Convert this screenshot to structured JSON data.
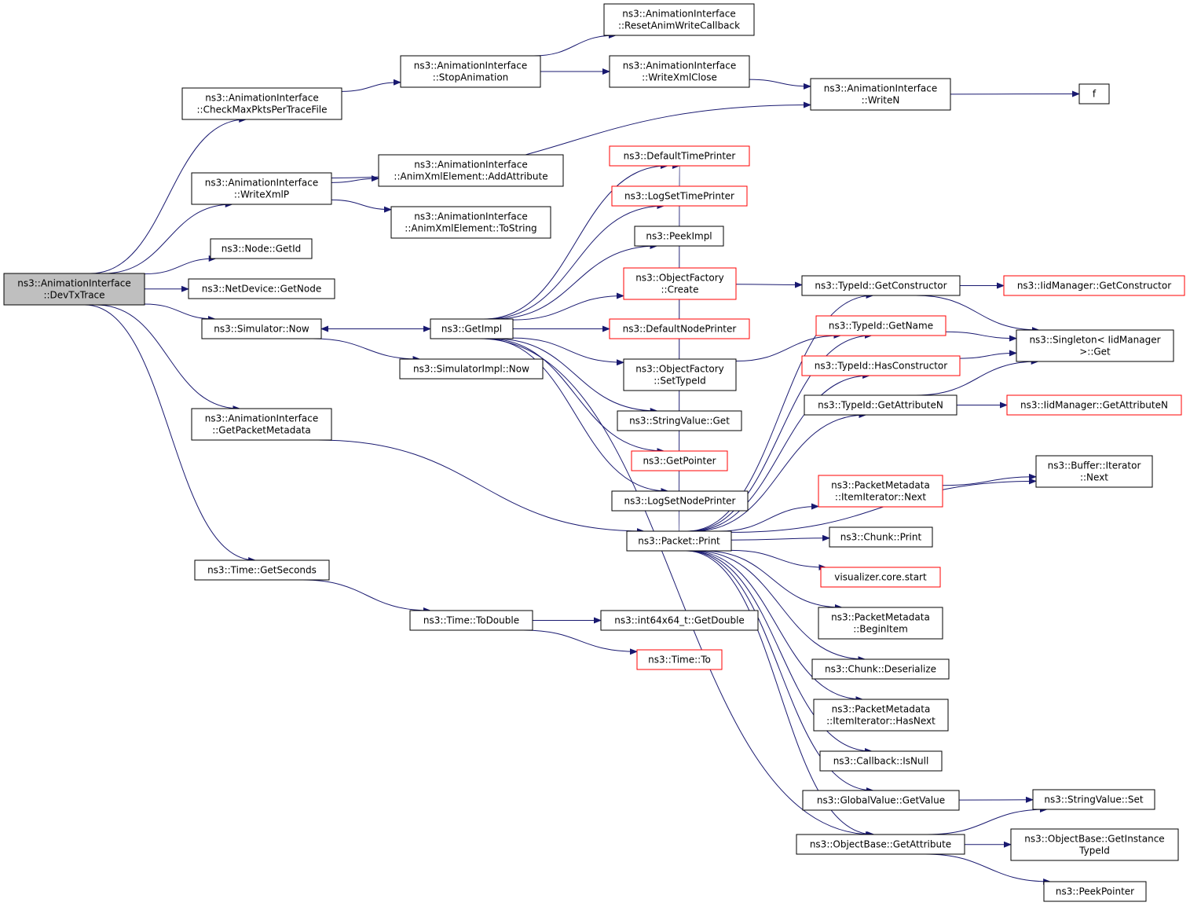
{
  "graph": {
    "kind": "call-graph",
    "colors": {
      "edge": "#191970",
      "node_border": "#000000",
      "external_border": "#ff0000",
      "root_fill": "#bfbfbf",
      "background": "#ffffff"
    },
    "nodes": [
      {
        "id": "root",
        "lines": [
          "ns3::AnimationInterface",
          "::DevTxTrace"
        ],
        "root": true
      },
      {
        "id": "checkmax",
        "lines": [
          "ns3::AnimationInterface",
          "::CheckMaxPktsPerTraceFile"
        ]
      },
      {
        "id": "stopanim",
        "lines": [
          "ns3::AnimationInterface",
          "::StopAnimation"
        ]
      },
      {
        "id": "resetanim",
        "lines": [
          "ns3::AnimationInterface",
          "::ResetAnimWriteCallback"
        ]
      },
      {
        "id": "writexmlclose",
        "lines": [
          "ns3::AnimationInterface",
          "::WriteXmlClose"
        ]
      },
      {
        "id": "writen",
        "lines": [
          "ns3::AnimationInterface",
          "::WriteN"
        ]
      },
      {
        "id": "f",
        "lines": [
          "f"
        ]
      },
      {
        "id": "writexmlp",
        "lines": [
          "ns3::AnimationInterface",
          "::WriteXmlP"
        ]
      },
      {
        "id": "addattr",
        "lines": [
          "ns3::AnimationInterface",
          "::AnimXmlElement::AddAttribute"
        ]
      },
      {
        "id": "tostring",
        "lines": [
          "ns3::AnimationInterface",
          "::AnimXmlElement::ToString"
        ]
      },
      {
        "id": "getid",
        "lines": [
          "ns3::Node::GetId"
        ]
      },
      {
        "id": "getnode",
        "lines": [
          "ns3::NetDevice::GetNode"
        ]
      },
      {
        "id": "simnow",
        "lines": [
          "ns3::Simulator::Now"
        ]
      },
      {
        "id": "getimpl",
        "lines": [
          "ns3::GetImpl"
        ]
      },
      {
        "id": "simimplnow",
        "lines": [
          "ns3::SimulatorImpl::Now"
        ]
      },
      {
        "id": "deftimeprinter",
        "lines": [
          "ns3::DefaultTimePrinter"
        ],
        "external": true
      },
      {
        "id": "logsettime",
        "lines": [
          "ns3::LogSetTimePrinter"
        ],
        "external": true
      },
      {
        "id": "peekimpl",
        "lines": [
          "ns3::PeekImpl"
        ]
      },
      {
        "id": "ofcreate",
        "lines": [
          "ns3::ObjectFactory",
          "::Create"
        ],
        "external": true
      },
      {
        "id": "defnodeprinter",
        "lines": [
          "ns3::DefaultNodePrinter"
        ],
        "external": true
      },
      {
        "id": "ofsettypeid",
        "lines": [
          "ns3::ObjectFactory",
          "::SetTypeId"
        ]
      },
      {
        "id": "stringvalueget",
        "lines": [
          "ns3::StringValue::Get"
        ]
      },
      {
        "id": "getpointer",
        "lines": [
          "ns3::GetPointer"
        ],
        "external": true
      },
      {
        "id": "logsetnode",
        "lines": [
          "ns3::LogSetNodePrinter"
        ]
      },
      {
        "id": "getpktmeta",
        "lines": [
          "ns3::AnimationInterface",
          "::GetPacketMetadata"
        ]
      },
      {
        "id": "packetprint",
        "lines": [
          "ns3::Packet::Print"
        ]
      },
      {
        "id": "getseconds",
        "lines": [
          "ns3::Time::GetSeconds"
        ]
      },
      {
        "id": "todouble",
        "lines": [
          "ns3::Time::ToDouble"
        ]
      },
      {
        "id": "getdouble",
        "lines": [
          "ns3::int64x64_t::GetDouble"
        ]
      },
      {
        "id": "timeto",
        "lines": [
          "ns3::Time::To"
        ],
        "external": true
      },
      {
        "id": "getctor",
        "lines": [
          "ns3::TypeId::GetConstructor"
        ]
      },
      {
        "id": "iidgetctor",
        "lines": [
          "ns3::IidManager::GetConstructor"
        ],
        "external": true
      },
      {
        "id": "getname",
        "lines": [
          "ns3::TypeId::GetName"
        ],
        "external": true
      },
      {
        "id": "singletonget",
        "lines": [
          "ns3::Singleton< IidManager",
          ">::Get"
        ]
      },
      {
        "id": "hasctor",
        "lines": [
          "ns3::TypeId::HasConstructor"
        ],
        "external": true
      },
      {
        "id": "getattrn",
        "lines": [
          "ns3::TypeId::GetAttributeN"
        ]
      },
      {
        "id": "iidgetattrn",
        "lines": [
          "ns3::IidManager::GetAttributeN"
        ],
        "external": true
      },
      {
        "id": "bufnext",
        "lines": [
          "ns3::Buffer::Iterator",
          "::Next"
        ]
      },
      {
        "id": "pmnext",
        "lines": [
          "ns3::PacketMetadata",
          "::ItemIterator::Next"
        ],
        "external": true
      },
      {
        "id": "chunkprint",
        "lines": [
          "ns3::Chunk::Print"
        ]
      },
      {
        "id": "vizstart",
        "lines": [
          "visualizer.core.start"
        ],
        "external": true
      },
      {
        "id": "beginitem",
        "lines": [
          "ns3::PacketMetadata",
          "::BeginItem"
        ]
      },
      {
        "id": "chunkdeser",
        "lines": [
          "ns3::Chunk::Deserialize"
        ]
      },
      {
        "id": "hasnext",
        "lines": [
          "ns3::PacketMetadata",
          "::ItemIterator::HasNext"
        ]
      },
      {
        "id": "isnull",
        "lines": [
          "ns3::Callback::IsNull"
        ]
      },
      {
        "id": "gvgetvalue",
        "lines": [
          "ns3::GlobalValue::GetValue"
        ]
      },
      {
        "id": "svset",
        "lines": [
          "ns3::StringValue::Set"
        ]
      },
      {
        "id": "getattribute",
        "lines": [
          "ns3::ObjectBase::GetAttribute"
        ]
      },
      {
        "id": "getinsttypeid",
        "lines": [
          "ns3::ObjectBase::GetInstance",
          "TypeId"
        ]
      },
      {
        "id": "peekpointer",
        "lines": [
          "ns3::PeekPointer"
        ]
      }
    ],
    "edges": [
      [
        "root",
        "checkmax"
      ],
      [
        "root",
        "writexmlp"
      ],
      [
        "root",
        "getid"
      ],
      [
        "root",
        "getnode"
      ],
      [
        "root",
        "simnow"
      ],
      [
        "root",
        "getpktmeta"
      ],
      [
        "root",
        "getseconds"
      ],
      [
        "checkmax",
        "stopanim"
      ],
      [
        "stopanim",
        "resetanim"
      ],
      [
        "stopanim",
        "writexmlclose"
      ],
      [
        "writexmlclose",
        "writen"
      ],
      [
        "writen",
        "f"
      ],
      [
        "writexmlp",
        "writen"
      ],
      [
        "writexmlp",
        "addattr"
      ],
      [
        "writexmlp",
        "tostring"
      ],
      [
        "simnow",
        "getimpl"
      ],
      [
        "simnow",
        "simimplnow"
      ],
      [
        "getimpl",
        "simnow"
      ],
      [
        "getimpl",
        "deftimeprinter"
      ],
      [
        "getimpl",
        "logsettime"
      ],
      [
        "getimpl",
        "peekimpl"
      ],
      [
        "getimpl",
        "ofcreate"
      ],
      [
        "getimpl",
        "defnodeprinter"
      ],
      [
        "getimpl",
        "ofsettypeid"
      ],
      [
        "getimpl",
        "stringvalueget"
      ],
      [
        "getimpl",
        "getpointer"
      ],
      [
        "getimpl",
        "logsetnode"
      ],
      [
        "getimpl",
        "getattribute"
      ],
      [
        "getpktmeta",
        "packetprint"
      ],
      [
        "packetprint",
        "deftimeprinter"
      ],
      [
        "packetprint",
        "getctor"
      ],
      [
        "packetprint",
        "getname"
      ],
      [
        "packetprint",
        "hasctor"
      ],
      [
        "packetprint",
        "getattrn"
      ],
      [
        "packetprint",
        "bufnext"
      ],
      [
        "packetprint",
        "pmnext"
      ],
      [
        "packetprint",
        "chunkprint"
      ],
      [
        "packetprint",
        "vizstart"
      ],
      [
        "packetprint",
        "beginitem"
      ],
      [
        "packetprint",
        "chunkdeser"
      ],
      [
        "packetprint",
        "hasnext"
      ],
      [
        "packetprint",
        "isnull"
      ],
      [
        "packetprint",
        "gvgetvalue"
      ],
      [
        "packetprint",
        "getattribute"
      ],
      [
        "getseconds",
        "todouble"
      ],
      [
        "todouble",
        "getdouble"
      ],
      [
        "todouble",
        "timeto"
      ],
      [
        "ofcreate",
        "getctor"
      ],
      [
        "ofsettypeid",
        "getname"
      ],
      [
        "getctor",
        "iidgetctor"
      ],
      [
        "getctor",
        "singletonget"
      ],
      [
        "getname",
        "singletonget"
      ],
      [
        "hasctor",
        "singletonget"
      ],
      [
        "getattrn",
        "singletonget"
      ],
      [
        "getattrn",
        "iidgetattrn"
      ],
      [
        "pmnext",
        "bufnext"
      ],
      [
        "gvgetvalue",
        "svset"
      ],
      [
        "getattribute",
        "svset"
      ],
      [
        "getattribute",
        "getinsttypeid"
      ],
      [
        "getattribute",
        "peekpointer"
      ]
    ]
  }
}
